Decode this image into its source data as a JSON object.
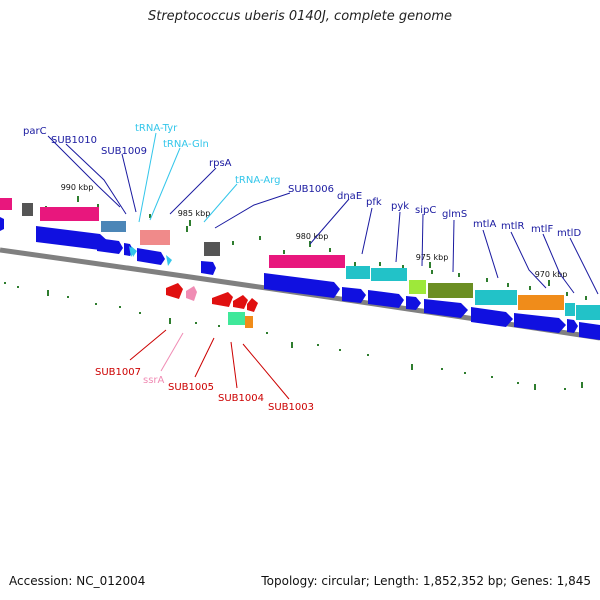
{
  "title": "Streptococcus uberis 0140J, complete genome",
  "footer": {
    "accession": "Accession: NC_012004",
    "summary": "Topology: circular; Length: 1,852,352 bp; Genes: 1,845"
  },
  "colors": {
    "backbone": "#808080",
    "cds_forward": "#1010e0",
    "cds_reverse": "#e01010",
    "tick": "#2e7d2e",
    "label_cds": "#1a1aa0",
    "label_rna": "#33c6ea",
    "label_reverse": "#cc0000",
    "label_ssra": "#f08cb4"
  },
  "ticks": [
    {
      "label": "990 kbp"
    },
    {
      "label": "985 kbp"
    },
    {
      "label": "980 kbp"
    },
    {
      "label": "975 kbp"
    },
    {
      "label": "970 kbp"
    }
  ],
  "features": [
    {
      "label": "parC",
      "kind": "cds"
    },
    {
      "label": "SUB1010",
      "kind": "cds"
    },
    {
      "label": "SUB1009",
      "kind": "cds"
    },
    {
      "label": "tRNA-Tyr",
      "kind": "rna"
    },
    {
      "label": "tRNA-Gln",
      "kind": "rna"
    },
    {
      "label": "rpsA",
      "kind": "cds"
    },
    {
      "label": "tRNA-Arg",
      "kind": "rna"
    },
    {
      "label": "SUB1006",
      "kind": "cds"
    },
    {
      "label": "dnaE",
      "kind": "cds"
    },
    {
      "label": "pfk",
      "kind": "cds"
    },
    {
      "label": "pyk",
      "kind": "cds"
    },
    {
      "label": "sipC",
      "kind": "cds"
    },
    {
      "label": "glmS",
      "kind": "cds"
    },
    {
      "label": "mtlA",
      "kind": "cds"
    },
    {
      "label": "mtlR",
      "kind": "cds"
    },
    {
      "label": "mtlF",
      "kind": "cds"
    },
    {
      "label": "mtlD",
      "kind": "cds"
    },
    {
      "label": "SUB1007",
      "kind": "reverse"
    },
    {
      "label": "ssrA",
      "kind": "ssra"
    },
    {
      "label": "SUB1005",
      "kind": "reverse"
    },
    {
      "label": "SUB1004",
      "kind": "reverse"
    },
    {
      "label": "SUB1003",
      "kind": "reverse"
    }
  ]
}
